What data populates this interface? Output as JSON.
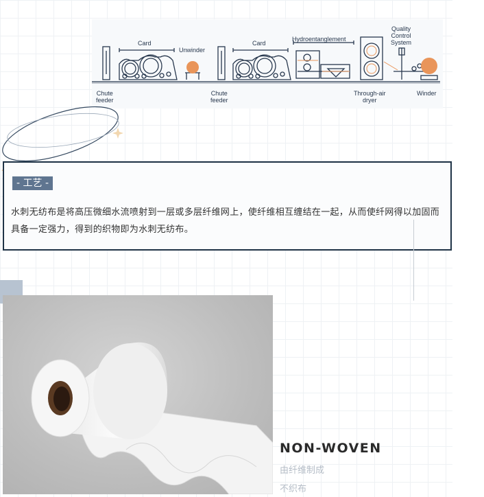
{
  "diagram": {
    "labels": {
      "card1": "Card",
      "unwinder": "Unwinder",
      "card2": "Card",
      "hydro": "Hydroentanglement",
      "quality": "Quality\nControl\nSystem",
      "chute1": "Chute\nfeeder",
      "chute2": "Chute\nfeeder",
      "dryer": "Through-air\ndryer",
      "winder": "Winder"
    },
    "colors": {
      "line": "#27374d",
      "accent": "#e9955a",
      "bg": "#f7f9fb"
    }
  },
  "section": {
    "tag": "- 工艺 -",
    "description": "水刺无纺布是将高压微细水流喷射到一层或多层纤维网上，使纤维相互缠结在一起，从而使纤网得以加固而具备一定强力，得到的织物即为水刺无纺布。"
  },
  "product": {
    "title": "NON-WOVEN",
    "subtitle1": "由纤维制成",
    "subtitle2": "不织布"
  }
}
